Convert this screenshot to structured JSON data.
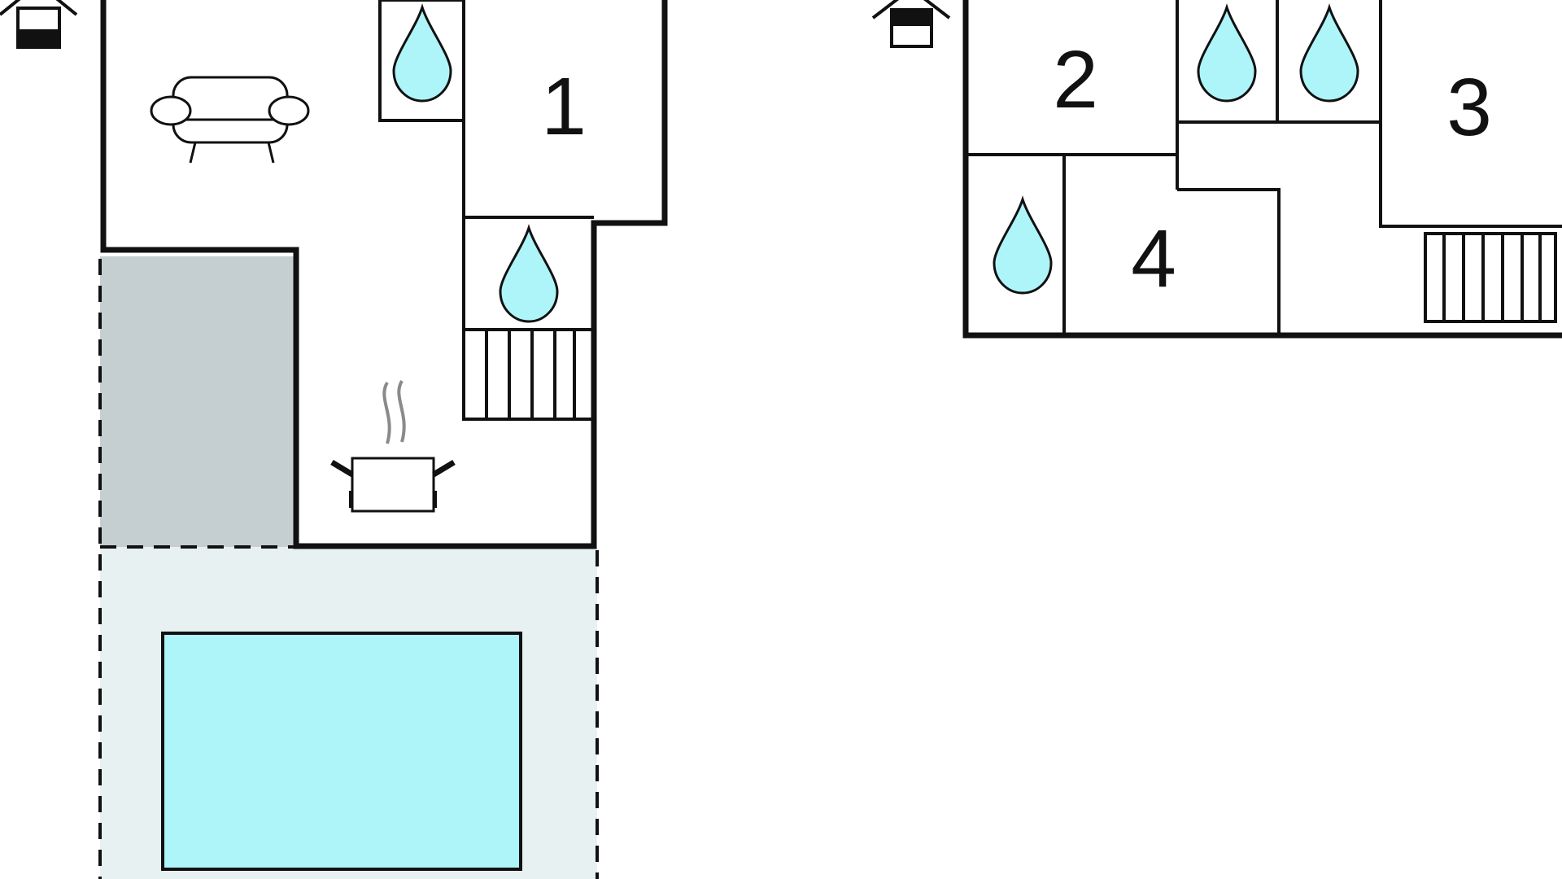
{
  "floor_plan": {
    "ground_floor": {
      "rooms": [
        {
          "label": "1"
        }
      ]
    },
    "upper_floor": {
      "rooms": [
        {
          "label": "2"
        },
        {
          "label": "3"
        },
        {
          "label": "4"
        }
      ]
    }
  },
  "icons": [
    "floor-level-icon",
    "sofa-icon",
    "water-drop-icon",
    "cooking-pot-icon",
    "staircase-icon"
  ],
  "colors": {
    "wall": "#111111",
    "water": "#aef5fa",
    "pool": "#aef5fa",
    "terrace": "#e7f1f1",
    "covered_terrace": "#c5cfd2",
    "background": "#ffffff"
  }
}
